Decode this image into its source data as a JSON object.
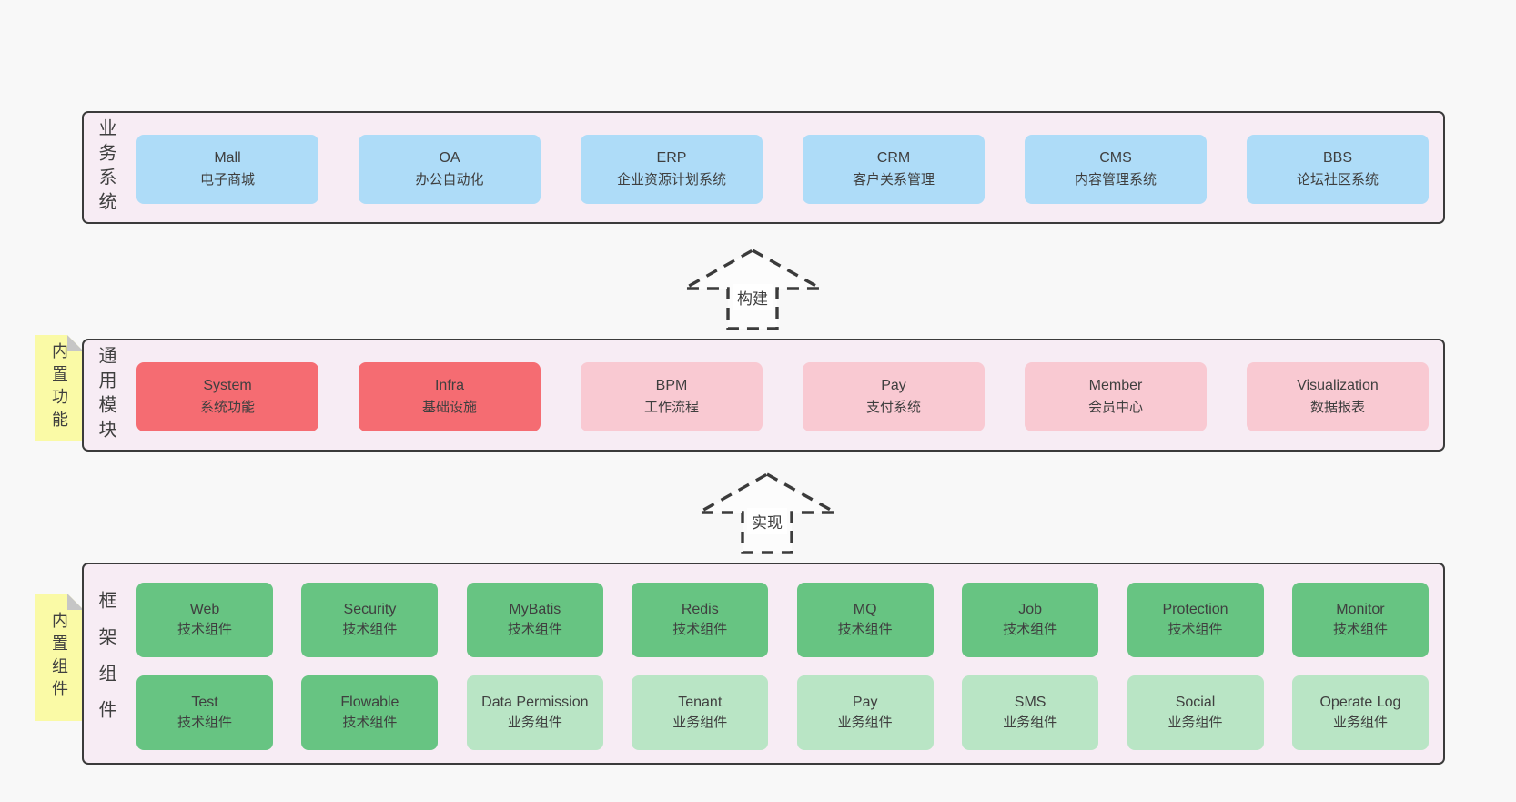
{
  "colors": {
    "page_bg": "#f8f8f8",
    "container_fill": "#f7ecf4",
    "outline": "#3b3b3b",
    "blue": "#aedcf8",
    "red": "#f56c72",
    "pink": "#f9c9d2",
    "green": "#67c482",
    "light_green": "#b9e5c5",
    "sticky_yellow": "#fafaa6"
  },
  "arrows": [
    {
      "label": "构建"
    },
    {
      "label": "实现"
    }
  ],
  "layers": [
    {
      "label": "业务系统",
      "boxes": [
        {
          "name": "Mall",
          "desc": "电子商城",
          "variant": "blue"
        },
        {
          "name": "OA",
          "desc": "办公自动化",
          "variant": "blue"
        },
        {
          "name": "ERP",
          "desc": "企业资源计划系统",
          "variant": "blue"
        },
        {
          "name": "CRM",
          "desc": "客户关系管理",
          "variant": "blue"
        },
        {
          "name": "CMS",
          "desc": "内容管理系统",
          "variant": "blue"
        },
        {
          "name": "BBS",
          "desc": "论坛社区系统",
          "variant": "blue"
        }
      ]
    },
    {
      "label": "通用模块",
      "sticky": "内置功能",
      "boxes": [
        {
          "name": "System",
          "desc": "系统功能",
          "variant": "red"
        },
        {
          "name": "Infra",
          "desc": "基础设施",
          "variant": "red"
        },
        {
          "name": "BPM",
          "desc": "工作流程",
          "variant": "pink"
        },
        {
          "name": "Pay",
          "desc": "支付系统",
          "variant": "pink"
        },
        {
          "name": "Member",
          "desc": "会员中心",
          "variant": "pink"
        },
        {
          "name": "Visualization",
          "desc": "数据报表",
          "variant": "pink"
        }
      ]
    },
    {
      "label": "框架组件",
      "sticky": "内置组件",
      "rows": [
        [
          {
            "name": "Web",
            "desc": "技术组件",
            "variant": "green"
          },
          {
            "name": "Security",
            "desc": "技术组件",
            "variant": "green"
          },
          {
            "name": "MyBatis",
            "desc": "技术组件",
            "variant": "green"
          },
          {
            "name": "Redis",
            "desc": "技术组件",
            "variant": "green"
          },
          {
            "name": "MQ",
            "desc": "技术组件",
            "variant": "green"
          },
          {
            "name": "Job",
            "desc": "技术组件",
            "variant": "green"
          },
          {
            "name": "Protection",
            "desc": "技术组件",
            "variant": "green"
          },
          {
            "name": "Monitor",
            "desc": "技术组件",
            "variant": "green"
          }
        ],
        [
          {
            "name": "Test",
            "desc": "技术组件",
            "variant": "green"
          },
          {
            "name": "Flowable",
            "desc": "技术组件",
            "variant": "green"
          },
          {
            "name": "Data Permission",
            "desc": "业务组件",
            "variant": "lightgreen"
          },
          {
            "name": "Tenant",
            "desc": "业务组件",
            "variant": "lightgreen"
          },
          {
            "name": "Pay",
            "desc": "业务组件",
            "variant": "lightgreen"
          },
          {
            "name": "SMS",
            "desc": "业务组件",
            "variant": "lightgreen"
          },
          {
            "name": "Social",
            "desc": "业务组件",
            "variant": "lightgreen"
          },
          {
            "name": "Operate Log",
            "desc": "业务组件",
            "variant": "lightgreen"
          }
        ]
      ]
    }
  ]
}
